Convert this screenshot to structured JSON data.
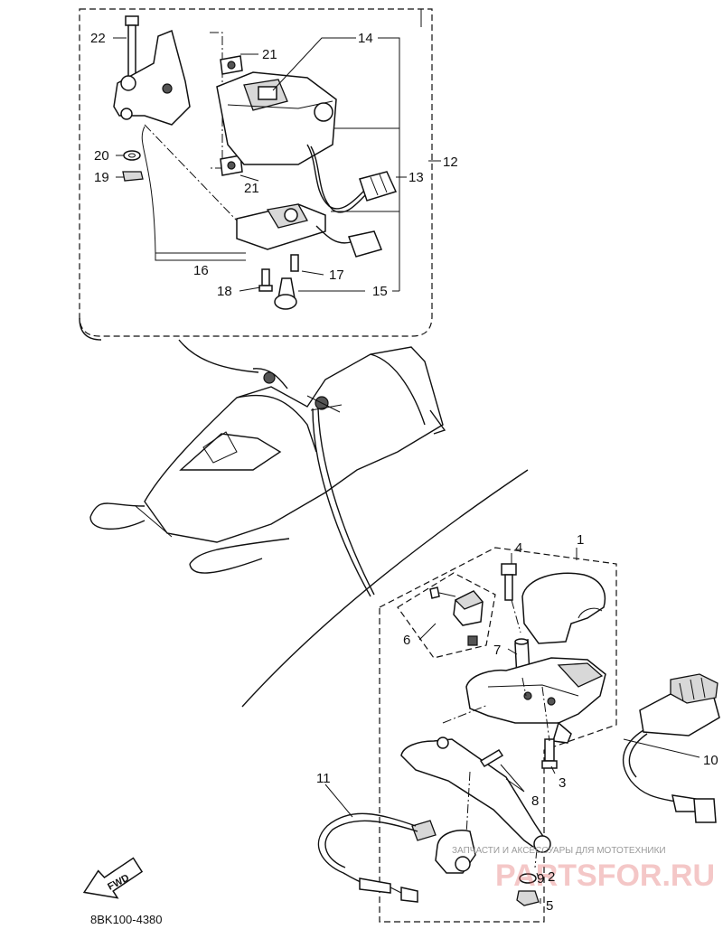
{
  "diagram": {
    "callouts": [
      "1",
      "2",
      "3",
      "4",
      "5",
      "6",
      "7",
      "8",
      "9",
      "10",
      "11",
      "12",
      "13",
      "14",
      "15",
      "16",
      "17",
      "18",
      "19",
      "20",
      "21",
      "21",
      "22"
    ],
    "footer_code": "8BK100-4380",
    "direction_label": "FWD",
    "watermark_line": "ЗАПЧАСТИ И АКСЕССУАРЫ ДЛЯ МОТОТЕХНИКИ",
    "watermark_brand": "PARTSFOR.RU"
  }
}
